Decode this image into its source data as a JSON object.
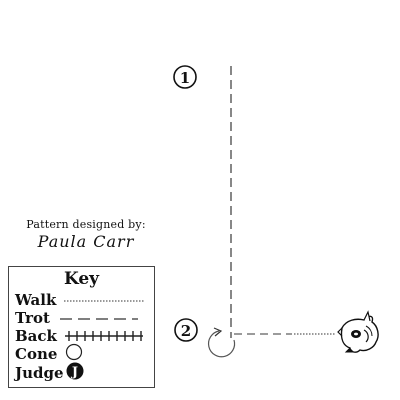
{
  "markers": [
    {
      "number": "1"
    },
    {
      "number": "2"
    }
  ],
  "credit": {
    "caption": "Pattern designed by:",
    "author": "Paula Carr"
  },
  "key": {
    "title": "Key",
    "items": [
      {
        "label": "Walk",
        "sample": "dotted-line-icon"
      },
      {
        "label": "Trot",
        "sample": "dashed-line-icon"
      },
      {
        "label": "Back",
        "sample": "hatched-line-icon"
      },
      {
        "label": "Cone",
        "sample": "cone-circle-icon"
      },
      {
        "label": "Judge",
        "sample": "judge-j-icon"
      }
    ]
  },
  "colors": {
    "ink": "#111111",
    "path": "#7a7a7a",
    "background": "#ffffff"
  }
}
